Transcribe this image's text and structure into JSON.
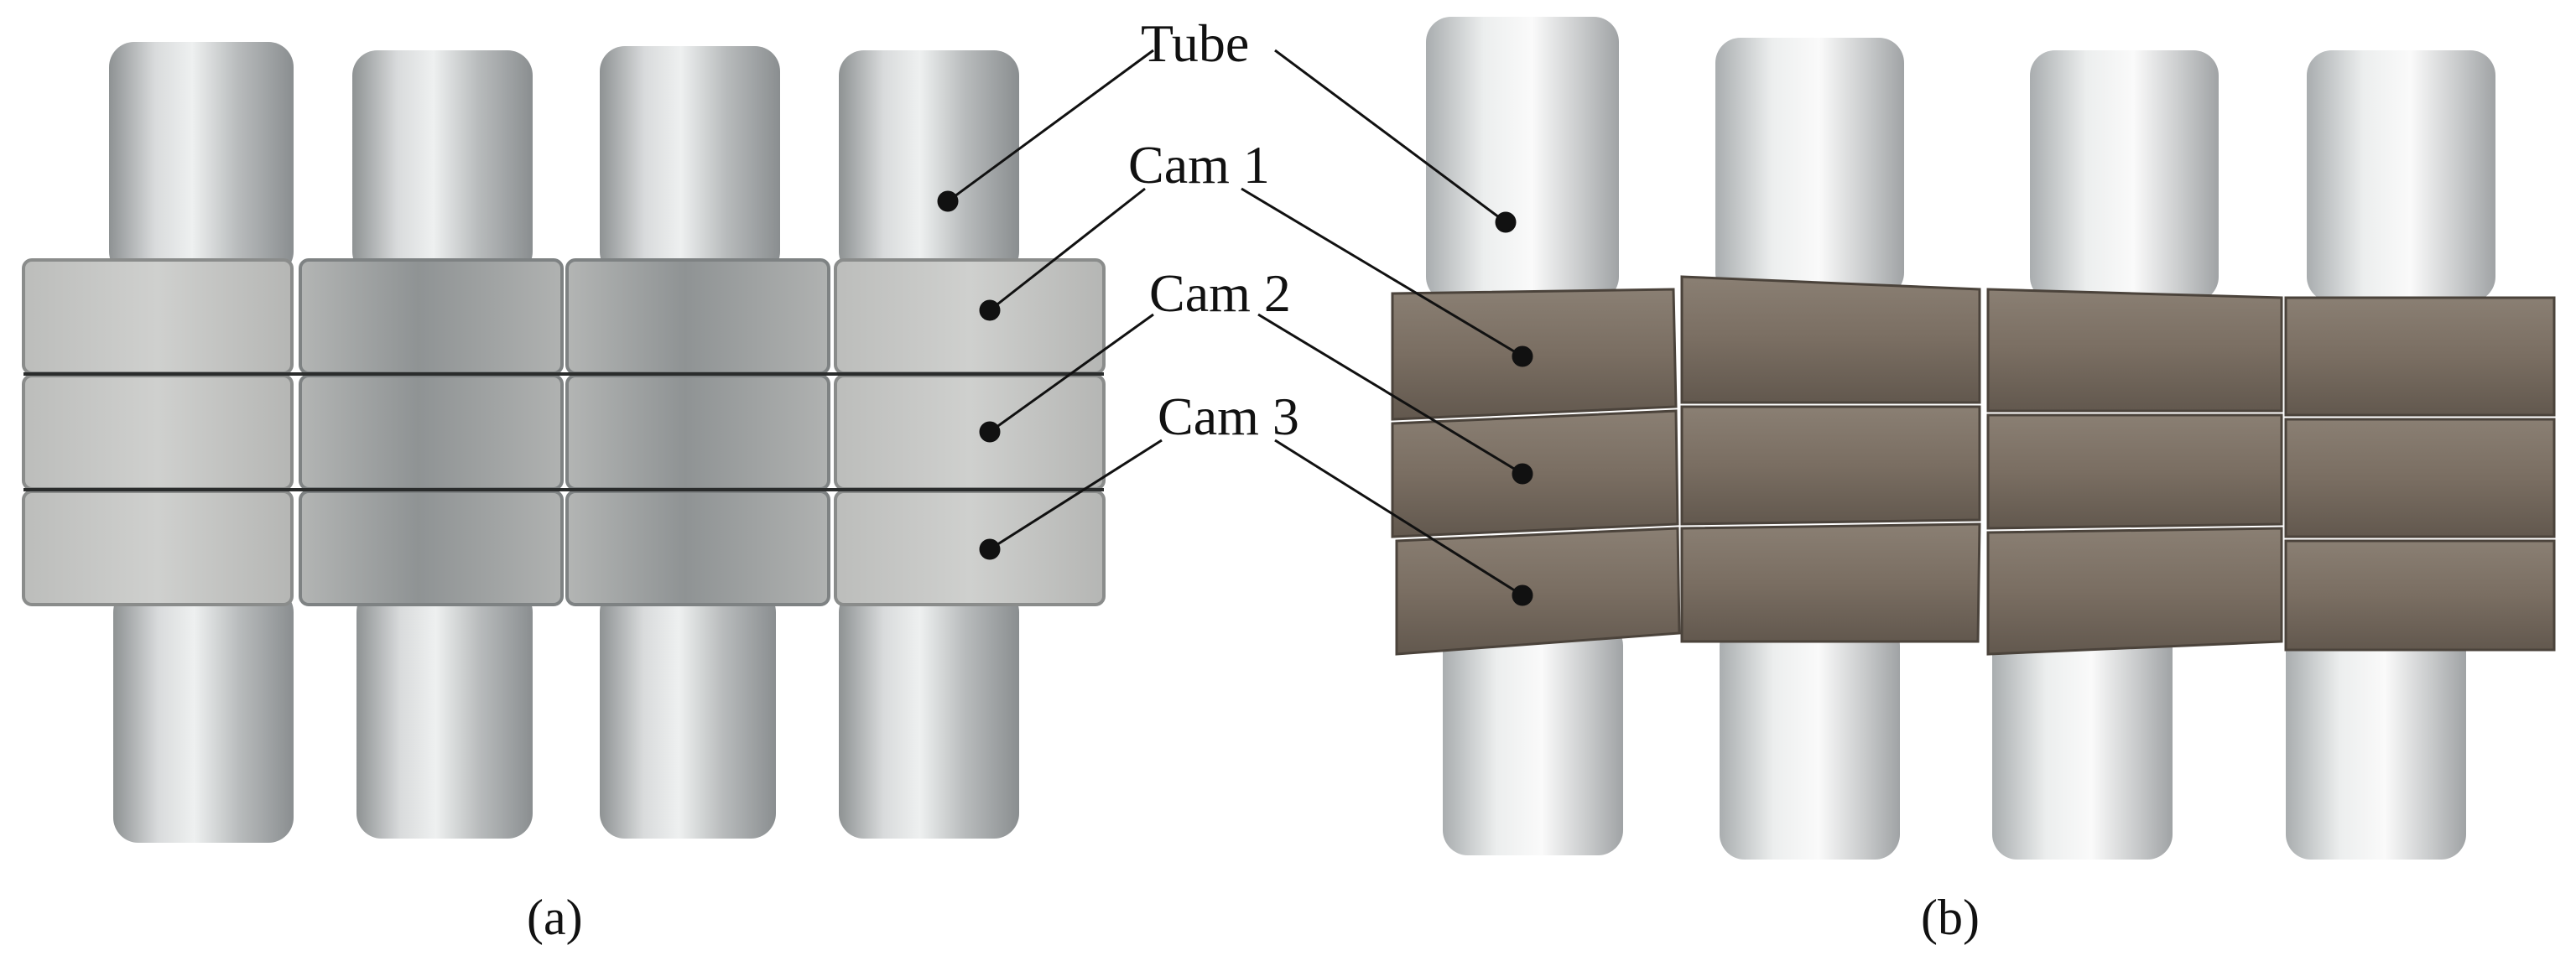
{
  "panels": [
    {
      "label": "(a)"
    },
    {
      "label": "(b)"
    }
  ],
  "callouts": [
    {
      "label": "Tube"
    },
    {
      "label": "Cam 1"
    },
    {
      "label": "Cam 2"
    },
    {
      "label": "Cam 3"
    }
  ],
  "colors": {
    "steel_light": "#e9eaea",
    "steel_mid": "#b7babb",
    "steel_dark": "#8e9293",
    "cam_steel": "#c9cac8",
    "cam_rust": "#7e7266",
    "cam_rust_dark": "#5f554b",
    "leader": "#111111"
  }
}
